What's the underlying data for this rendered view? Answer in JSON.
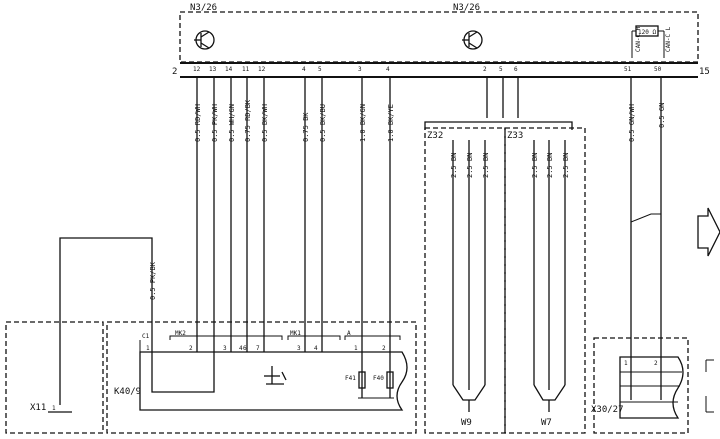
{
  "components": {
    "n3_26_left": "N3/26",
    "n3_26_right": "N3/26",
    "k40_9": "K40/9",
    "x11": "X11",
    "x30_27": "X30/27",
    "f41": "F41",
    "f40": "F40",
    "w9": "W9",
    "w7": "W7",
    "z32": "Z32",
    "z33": "Z33"
  },
  "module_labels": {
    "row_start": "2",
    "row_end": "15",
    "fuse_box": "120 Ω",
    "can_high": "CAN-C H",
    "can_low": "CAN-C L"
  },
  "pins": {
    "p1": "12",
    "p2": "13",
    "p3": "14",
    "p4": "11",
    "p5": "12",
    "p6": "4",
    "p7": "5",
    "p8": "3",
    "p9": "4",
    "p10": "2",
    "p11": "5",
    "p12": "6",
    "p13": "51",
    "p14": "50"
  },
  "wires": {
    "w_left": "0.5 PK/BK",
    "w1": "0.5 RD/WH",
    "w2": "0.5 PK/WH",
    "w3": "0.5 WH/GN",
    "w4": "0.75 RD/BK",
    "w5": "0.5 BK/WH",
    "w6": "0.75 BK",
    "w7": "0.5 BK/BU",
    "w8": "1.0 BK/GN",
    "w9": "1.0 BK/YE",
    "z32_1": "2.5 BN",
    "z32_2": "2.5 BN",
    "z32_3": "2.5 BN",
    "z33_1": "2.5 BN",
    "z33_2": "2.5 BN",
    "z33_3": "2.5 BN",
    "can_h": "0.5 GN/WH",
    "can_l": "0.5 GN"
  },
  "connectors": {
    "c1": "C1",
    "mk2": "MK2",
    "mk1": "MK1",
    "a": "A"
  },
  "bottom_pins": {
    "b1": "1",
    "b2": "2",
    "b3": "3",
    "b4": "4",
    "b5": "6",
    "b6": "7",
    "b7": "3",
    "b8": "4",
    "b9": "1",
    "b10": "2"
  },
  "x11_pin": "1",
  "x30_pins": {
    "a": "1",
    "b": "2"
  }
}
